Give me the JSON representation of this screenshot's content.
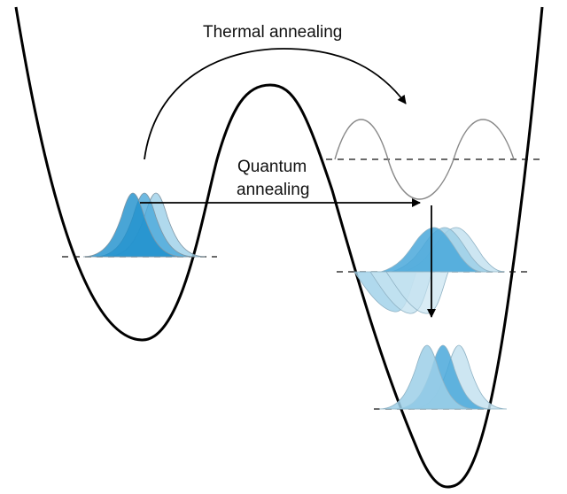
{
  "labels": {
    "thermal": "Thermal annealing",
    "quantum_line1": "Quantum",
    "quantum_line2": "annealing"
  },
  "colors": {
    "curve": "#000000",
    "dashed": "#111111",
    "wave_gray": "#888888",
    "blue_dark": "#1c8fcc",
    "blue_mid": "#4aa8da",
    "blue_light": "#9ccfe8",
    "blue_pale": "#c4e2f0"
  }
}
